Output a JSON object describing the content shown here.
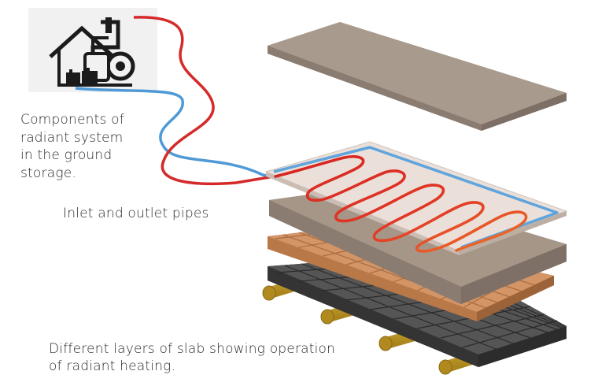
{
  "captions": {
    "components": [
      "Components of",
      "radiant system",
      "in the ground",
      "storage."
    ],
    "pipes": "Inlet and outlet pipes",
    "layers": [
      "Different layers of slab showing operation",
      "of radiant heating."
    ]
  },
  "colors": {
    "hot_pipe": "#d42a2a",
    "cold_pipe": "#4f9ad6",
    "top_slab": "#a8978a",
    "mid_slab": "#9e8f83",
    "wood_boards": "#c98a5e",
    "insulation": "#4a4a4a",
    "joists": "#c9a228",
    "pipe_panel": "#e9ddd6",
    "icon_bg": "#f2f1f1"
  },
  "icons": [
    "house-with-boiler-icon"
  ]
}
